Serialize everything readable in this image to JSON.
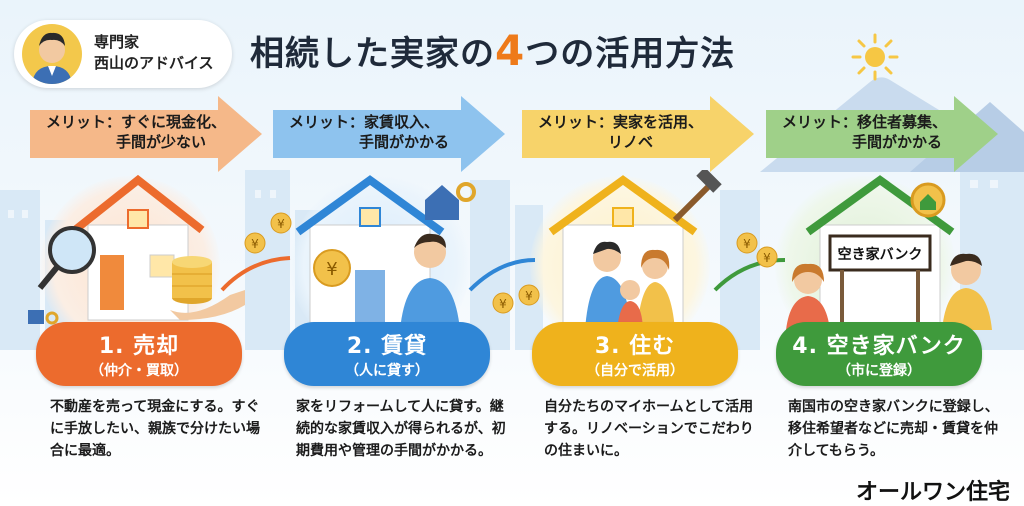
{
  "advisor": {
    "line1": "専門家",
    "line2": "西山のアドバイス"
  },
  "title": {
    "part1": "相続した実家の",
    "number": "4",
    "part2": "つの活用方法"
  },
  "scene_labels": {
    "akiya_sign": "空き家バンク"
  },
  "methods": [
    {
      "merit_line1": "メリット：すぐに現金化、",
      "merit_line2": "手間が少ない",
      "name": "1. 売却",
      "sub": "（仲介・買取）",
      "desc": "不動産を売って現金にする。すぐに手放したい、親族で分けたい場合に最適。",
      "color": "#ec6b2d"
    },
    {
      "merit_line1": "メリット：家賃収入、",
      "merit_line2": "手間がかかる",
      "name": "2. 賃貸",
      "sub": "（人に貸す）",
      "desc": "家をリフォームして人に貸す。継続的な家賃収入が得られるが、初期費用や管理の手間がかかる。",
      "color": "#2f86d6"
    },
    {
      "merit_line1": "メリット：実家を活用、",
      "merit_line2": "リノベ",
      "name": "3. 住む",
      "sub": "（自分で活用）",
      "desc": "自分たちのマイホームとして活用する。リノベーションでこだわりの住まいに。",
      "color": "#efb21c"
    },
    {
      "merit_line1": "メリット：移住者募集、",
      "merit_line2": "手間がかかる",
      "name": "4. 空き家バンク",
      "sub": "（市に登録）",
      "desc": "南国市の空き家バンクに登録し、移住希望者などに売却・賃貸を仲介してもらう。",
      "color": "#3f9a3c"
    }
  ],
  "brand": "オールワン住宅",
  "icons": [
    "magnifier-icon",
    "coin-stack-icon",
    "key-icon",
    "yen-coin-icon",
    "hammer-icon",
    "wrench-icon",
    "sun-icon",
    "medal-icon"
  ]
}
